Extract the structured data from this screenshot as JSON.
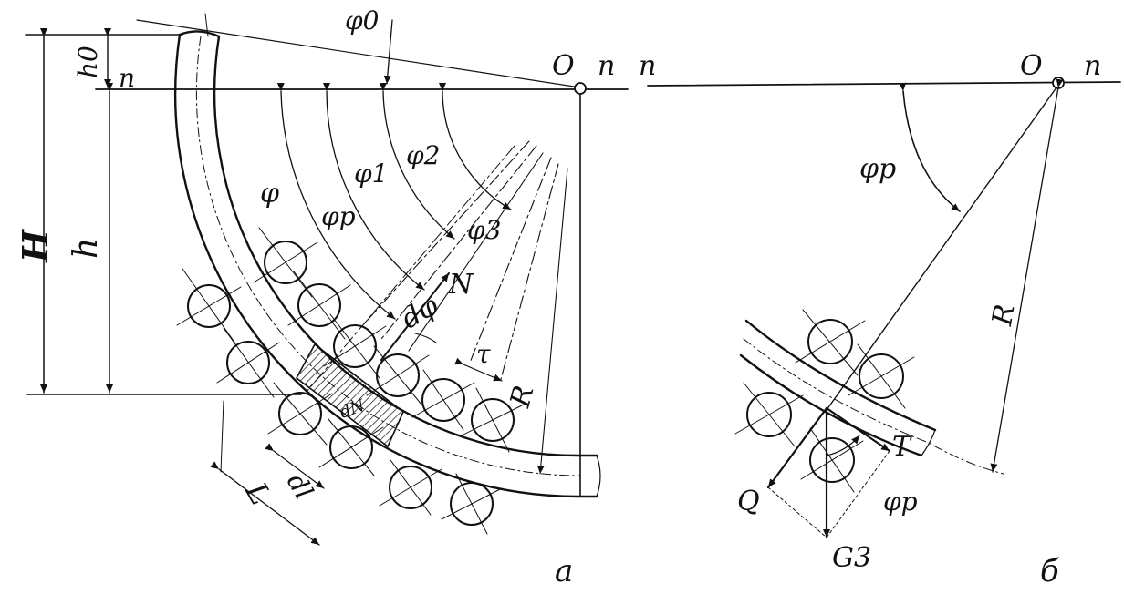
{
  "labels": {
    "H": "H",
    "h0": "h0",
    "h": "h",
    "n_left": "n",
    "O_a": "O",
    "n_a_right": "n",
    "n_b_left": "n",
    "O_b": "O",
    "n_b_right": "n",
    "phi0": "φ0",
    "phi": "φ",
    "phi_p": "φp",
    "phi1": "φ1",
    "phi2": "φ2",
    "phi3": "φ3",
    "N": "N",
    "d_phi": "dφ",
    "tau": "τ",
    "R_a": "R",
    "dN": "dN",
    "L": "L",
    "dl": "dl",
    "panel_a": "a",
    "phi_p_b": "φp",
    "R_b": "R",
    "T": "T",
    "Q": "Q",
    "phi_p_b2": "φp",
    "G3": "G3",
    "panel_b": "б"
  },
  "colors": {
    "ink": "#111111",
    "background": "#ffffff"
  }
}
